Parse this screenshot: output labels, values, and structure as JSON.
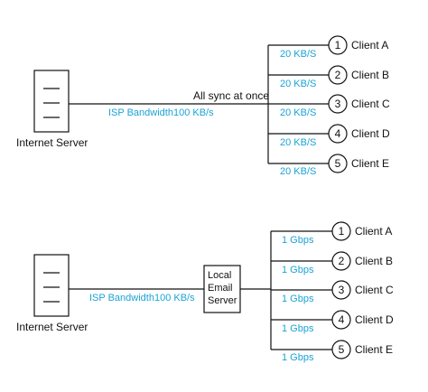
{
  "top": {
    "server_label": "Internet Server",
    "sync_label": "All sync at once",
    "isp_label": "ISP Bandwidth100 KB/s",
    "links": [
      "20 KB/S",
      "20 KB/S",
      "20 KB/S",
      "20 KB/S",
      "20 KB/S"
    ],
    "clients": [
      {
        "num": "1",
        "name": "Client A"
      },
      {
        "num": "2",
        "name": "Client B"
      },
      {
        "num": "3",
        "name": "Client C"
      },
      {
        "num": "4",
        "name": "Client D"
      },
      {
        "num": "5",
        "name": "Client E"
      }
    ]
  },
  "bottom": {
    "server_label": "Internet Server",
    "isp_label": "ISP Bandwidth100 KB/s",
    "email_server": [
      "Local",
      "Email",
      "Server"
    ],
    "links": [
      "1 Gbps",
      "1 Gbps",
      "1 Gbps",
      "1 Gbps",
      "1 Gbps"
    ],
    "clients": [
      {
        "num": "1",
        "name": "Client A"
      },
      {
        "num": "2",
        "name": "Client B"
      },
      {
        "num": "3",
        "name": "Client C"
      },
      {
        "num": "4",
        "name": "Client D"
      },
      {
        "num": "5",
        "name": "Client E"
      }
    ]
  },
  "colors": {
    "line": "#111111",
    "accent": "#1aa3d6"
  }
}
